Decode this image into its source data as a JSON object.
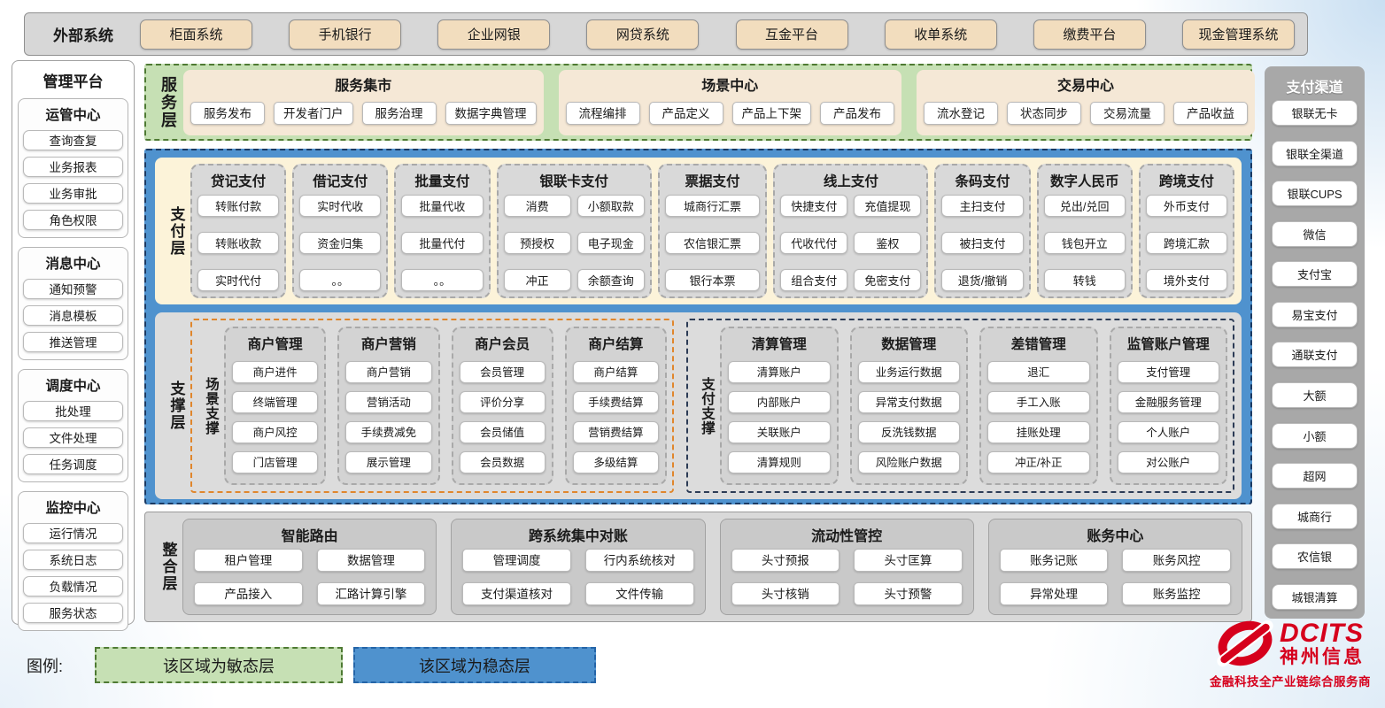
{
  "external_systems": {
    "label": "外部系统",
    "items": [
      "柜面系统",
      "手机银行",
      "企业网银",
      "网贷系统",
      "互金平台",
      "收单系统",
      "缴费平台",
      "现金管理系统"
    ]
  },
  "management_platform": {
    "title": "管理平台",
    "groups": [
      {
        "title": "运管中心",
        "items": [
          "查询查复",
          "业务报表",
          "业务审批",
          "角色权限"
        ]
      },
      {
        "title": "消息中心",
        "items": [
          "通知预警",
          "消息模板",
          "推送管理"
        ]
      },
      {
        "title": "调度中心",
        "items": [
          "批处理",
          "文件处理",
          "任务调度"
        ]
      },
      {
        "title": "监控中心",
        "items": [
          "运行情况",
          "系统日志",
          "负载情况",
          "服务状态"
        ]
      }
    ]
  },
  "service_layer": {
    "label": "服务层",
    "panels": [
      {
        "title": "服务集市",
        "items": [
          "服务发布",
          "开发者门户",
          "服务治理",
          "数据字典管理"
        ]
      },
      {
        "title": "场景中心",
        "items": [
          "流程编排",
          "产品定义",
          "产品上下架",
          "产品发布"
        ]
      },
      {
        "title": "交易中心",
        "items": [
          "流水登记",
          "状态同步",
          "交易流量",
          "产品收益"
        ]
      }
    ]
  },
  "payment_layer": {
    "label": "支付层",
    "groups": [
      {
        "title": "贷记支付",
        "cols": 1,
        "items": [
          "转账付款",
          "转账收款",
          "实时代付"
        ]
      },
      {
        "title": "借记支付",
        "cols": 1,
        "items": [
          "实时代收",
          "资金归集",
          "。。"
        ]
      },
      {
        "title": "批量支付",
        "cols": 1,
        "items": [
          "批量代收",
          "批量代付",
          "。。"
        ]
      },
      {
        "title": "银联卡支付",
        "cols": 2,
        "items": [
          "消费",
          "小额取款",
          "预授权",
          "电子现金",
          "冲正",
          "余额查询"
        ]
      },
      {
        "title": "票据支付",
        "cols": 1,
        "wide": true,
        "items": [
          "城商行汇票",
          "农信银汇票",
          "银行本票"
        ]
      },
      {
        "title": "线上支付",
        "cols": 2,
        "items": [
          "快捷支付",
          "充值提现",
          "代收代付",
          "鉴权",
          "组合支付",
          "免密支付"
        ]
      },
      {
        "title": "条码支付",
        "cols": 1,
        "items": [
          "主扫支付",
          "被扫支付",
          "退货/撤销"
        ]
      },
      {
        "title": "数字人民币",
        "cols": 1,
        "items": [
          "兑出/兑回",
          "钱包开立",
          "转钱"
        ]
      },
      {
        "title": "跨境支付",
        "cols": 1,
        "items": [
          "外币支付",
          "跨境汇款",
          "境外支付"
        ]
      }
    ]
  },
  "support_layer": {
    "label": "支撑层",
    "sections": [
      {
        "label": "场景支撑",
        "groups": [
          {
            "title": "商户管理",
            "items": [
              "商户进件",
              "终端管理",
              "商户风控",
              "门店管理"
            ]
          },
          {
            "title": "商户营销",
            "items": [
              "商户营销",
              "营销活动",
              "手续费减免",
              "展示管理"
            ]
          },
          {
            "title": "商户会员",
            "items": [
              "会员管理",
              "评价分享",
              "会员储值",
              "会员数据"
            ]
          },
          {
            "title": "商户结算",
            "items": [
              "商户结算",
              "手续费结算",
              "营销费结算",
              "多级结算"
            ]
          }
        ]
      },
      {
        "label": "支付支撑",
        "groups": [
          {
            "title": "清算管理",
            "items": [
              "清算账户",
              "内部账户",
              "关联账户",
              "清算规则"
            ]
          },
          {
            "title": "数据管理",
            "items": [
              "业务运行数据",
              "异常支付数据",
              "反洗钱数据",
              "风险账户数据"
            ]
          },
          {
            "title": "差错管理",
            "items": [
              "退汇",
              "手工入账",
              "挂账处理",
              "冲正/补正"
            ]
          },
          {
            "title": "监管账户管理",
            "items": [
              "支付管理",
              "金融服务管理",
              "个人账户",
              "对公账户"
            ]
          }
        ]
      }
    ]
  },
  "integration_layer": {
    "label": "整合层",
    "panels": [
      {
        "title": "智能路由",
        "items": [
          "租户管理",
          "数据管理",
          "产品接入",
          "汇路计算引擎"
        ]
      },
      {
        "title": "跨系统集中对账",
        "items": [
          "管理调度",
          "行内系统核对",
          "支付渠道核对",
          "文件传输"
        ]
      },
      {
        "title": "流动性管控",
        "items": [
          "头寸预报",
          "头寸匡算",
          "头寸核销",
          "头寸预警"
        ]
      },
      {
        "title": "账务中心",
        "items": [
          "账务记账",
          "账务风控",
          "异常处理",
          "账务监控"
        ]
      }
    ]
  },
  "payment_channels": {
    "title": "支付渠道",
    "items": [
      "银联无卡",
      "银联全渠道",
      "银联CUPS",
      "微信",
      "支付宝",
      "易宝支付",
      "通联支付",
      "大额",
      "小额",
      "超网",
      "城商行",
      "农信银",
      "城银清算"
    ]
  },
  "legend": {
    "label": "图例:",
    "items": [
      {
        "text": "该区域为敏态层",
        "color": "#c6e0b4"
      },
      {
        "text": "该区域为稳态层",
        "color": "#4f92ce"
      }
    ]
  },
  "logo": {
    "brand": "DCITS",
    "name": "神州信息",
    "tagline": "金融科技全产业链综合服务商",
    "color": "#d6001c"
  },
  "colors": {
    "agile_green": "#c6e0b4",
    "stable_blue": "#4f92ce",
    "payment_cream": "#fcf3d9",
    "group_gray": "#d9d9d9",
    "scene_orange_border": "#e0862c",
    "pay_navy_border": "#2c3b55",
    "brand_red": "#d6001c"
  }
}
